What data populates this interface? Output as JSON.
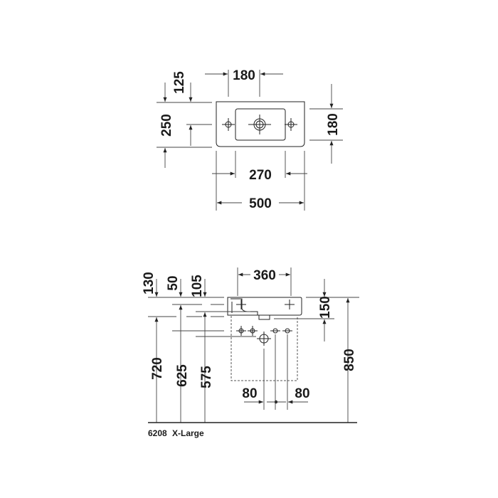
{
  "top_view": {
    "dims": {
      "width_total": "500",
      "basin_width": "270",
      "tap_spacing": "180",
      "depth_total": "250",
      "tap_offset": "125",
      "basin_depth": "180"
    }
  },
  "side_view": {
    "dims": {
      "basin_span": "360",
      "height_130": "130",
      "height_50": "50",
      "height_105": "105",
      "basin_height": "150",
      "h_720": "720",
      "h_625": "625",
      "h_575": "575",
      "h_850": "850",
      "offset_left": "80",
      "offset_right": "80"
    }
  },
  "caption": {
    "model": "6208",
    "size": "X-Large"
  },
  "colors": {
    "line": "#222222",
    "background": "#ffffff"
  }
}
